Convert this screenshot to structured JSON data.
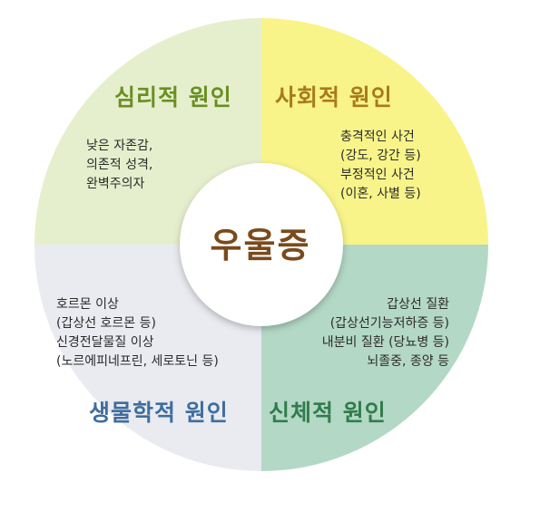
{
  "center": {
    "label": "우울증"
  },
  "quadrants": {
    "psychological": {
      "title": "심리적 원인",
      "lines": [
        "낮은 자존감,",
        "의존적 성격,",
        "완벽주의자"
      ],
      "color": "#e6efcd",
      "title_color": "#6b8e23"
    },
    "social": {
      "title": "사회적 원인",
      "lines": [
        "충격적인 사건",
        "(강도, 강간 등)",
        "부정적인 사건",
        "(이혼, 사별 등)"
      ],
      "color": "#f8f48a",
      "title_color": "#a97a1a"
    },
    "biological": {
      "title": "생물학적 원인",
      "lines": [
        "호르몬 이상",
        "(갑상선 호르몬 등)",
        "신경전달물질 이상",
        "(노르에피네프린, 세로토닌 등)"
      ],
      "color": "#e9ebf0",
      "title_color": "#3f6d9e"
    },
    "physical": {
      "title": "신체적 원인",
      "lines": [
        "갑상선 질환",
        "(갑상선기능저하증 등)",
        "내분비 질환 (당뇨병 등)",
        "뇌졸중, 종양 등"
      ],
      "color": "#b4d8c6",
      "title_color": "#2f7d4c"
    }
  }
}
